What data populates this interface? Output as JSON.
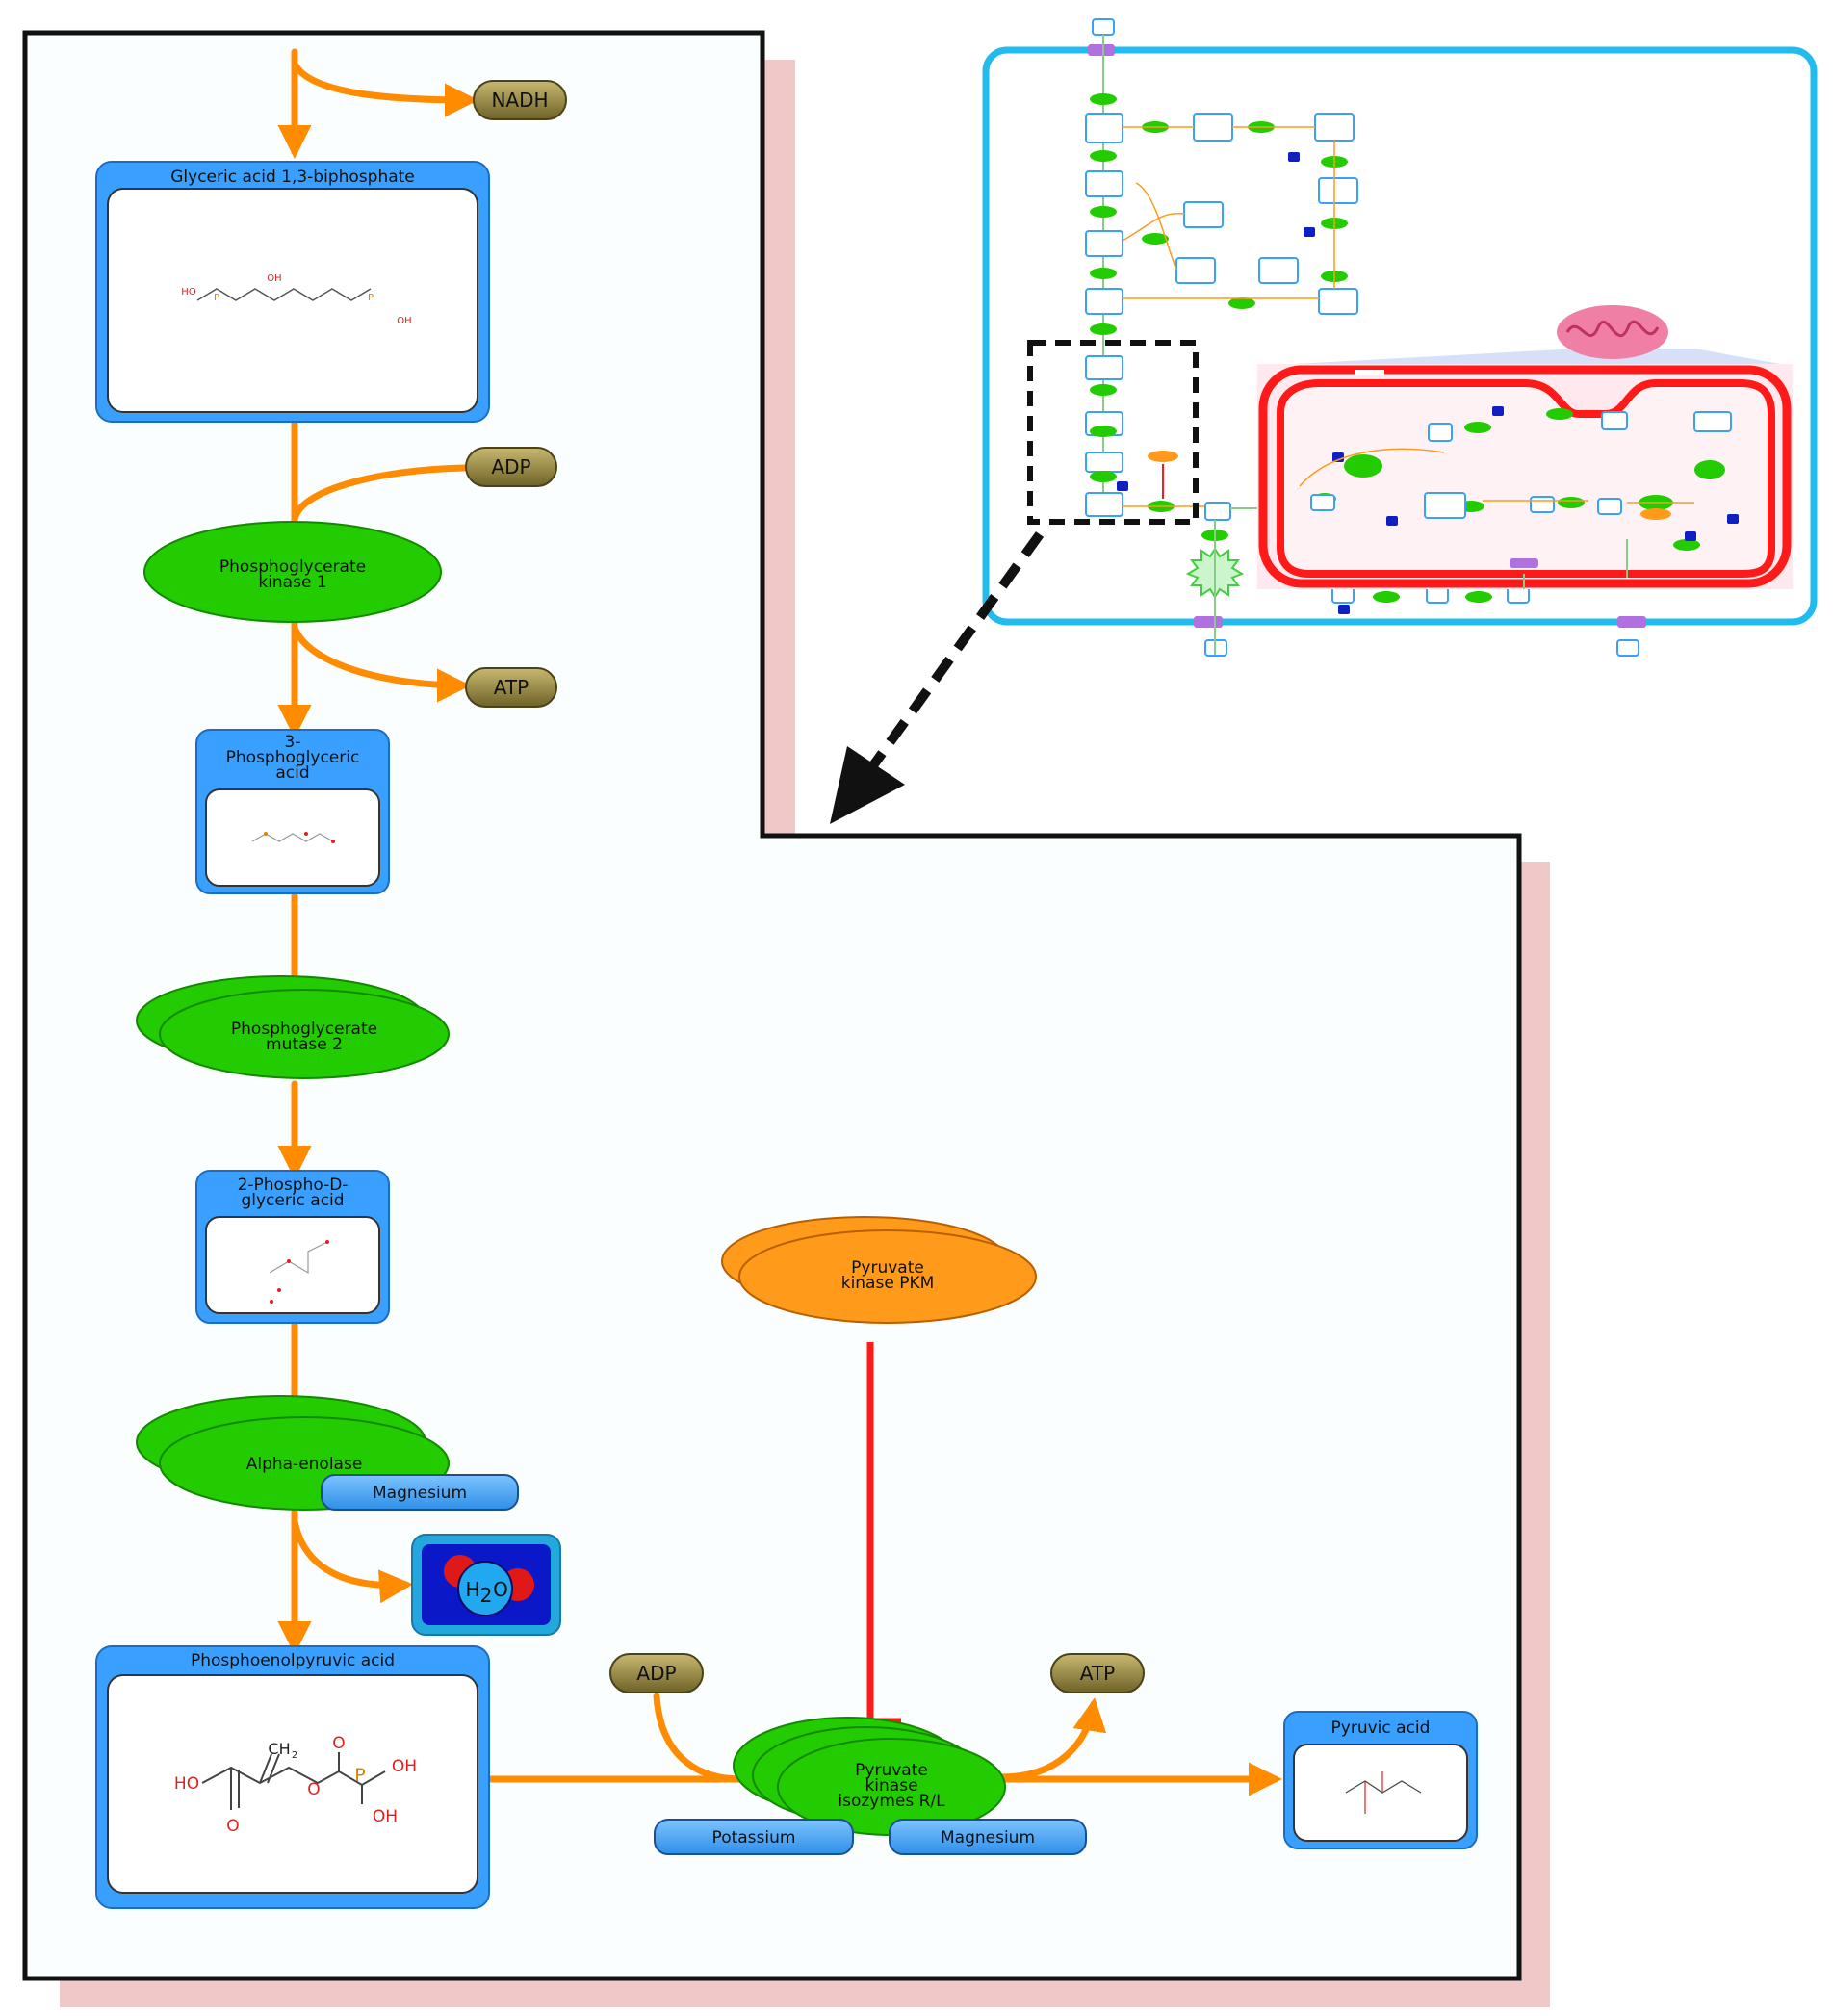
{
  "colors": {
    "arrow": "#ff8c00",
    "inhibit": "#ff1a1a",
    "protein": "#22cc00",
    "protein_orange": "#ff9a1a",
    "metabolite_header": "#3aa0ff",
    "cofactor": "#9a8a3a",
    "ion": "#4aa8ff",
    "shadow": "#f0c8c8",
    "cell_border": "#22bbee",
    "mito_border": "#ff1a1a"
  },
  "metabolites": {
    "glyceric13bp": "Glyceric acid 1,3-biphosphate",
    "pga3_line1": "3-",
    "pga3_line2": "Phosphoglyceric",
    "pga3_line3": "acid",
    "pdg2_line1": "2-Phospho-D-",
    "pdg2_line2": "glyceric acid",
    "pep": "Phosphoenolpyruvic acid",
    "pyruvic": "Pyruvic acid"
  },
  "proteins": {
    "pgk1_line1": "Phosphoglycerate",
    "pgk1_line2": "kinase 1",
    "pgam2_line1": "Phosphoglycerate",
    "pgam2_line2": "mutase 2",
    "eno1": "Alpha-enolase",
    "pkm_line1": "Pyruvate",
    "pkm_line2": "kinase PKM",
    "pklr_line1": "Pyruvate",
    "pklr_line2": "kinase",
    "pklr_line3": "isozymes R/L"
  },
  "cofactors": {
    "nadh": "NADH",
    "adp1": "ADP",
    "atp1": "ATP",
    "adp2": "ADP",
    "atp2": "ATP"
  },
  "ions": {
    "magnesium1": "Magnesium",
    "potassium": "Potassium",
    "magnesium2": "Magnesium"
  },
  "water": {
    "h": "H",
    "sub": "2",
    "o": "O"
  },
  "structures": {
    "pep_ch2": "CH",
    "pep_ch2_sub": "2",
    "pep_ho": "HO",
    "pep_o1": "O",
    "pep_o2": "O",
    "pep_p": "P",
    "pep_o3": "O",
    "pep_oh1": "OH",
    "pep_oh2": "OH",
    "bpg_oh_top": "OH",
    "bpg_ho_left": "HO",
    "bpg_p_left": "P",
    "bpg_p_right": "P",
    "bpg_oh_right": "OH"
  }
}
